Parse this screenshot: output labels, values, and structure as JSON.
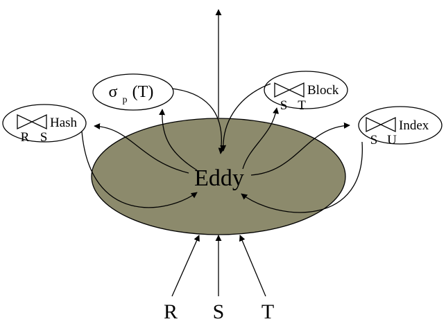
{
  "center": {
    "label": "Eddy",
    "fill": "#8c8a6c"
  },
  "inputs": [
    "R",
    "S",
    "T"
  ],
  "operators": {
    "hash": {
      "label": "Hash",
      "left": "R",
      "right": "S"
    },
    "select": {
      "sigma": "σ",
      "sub": "p",
      "arg": "(T)"
    },
    "block": {
      "label": "Block",
      "left": "S",
      "right": "T"
    },
    "index": {
      "label": "Index",
      "left": "S",
      "right": "U"
    }
  }
}
